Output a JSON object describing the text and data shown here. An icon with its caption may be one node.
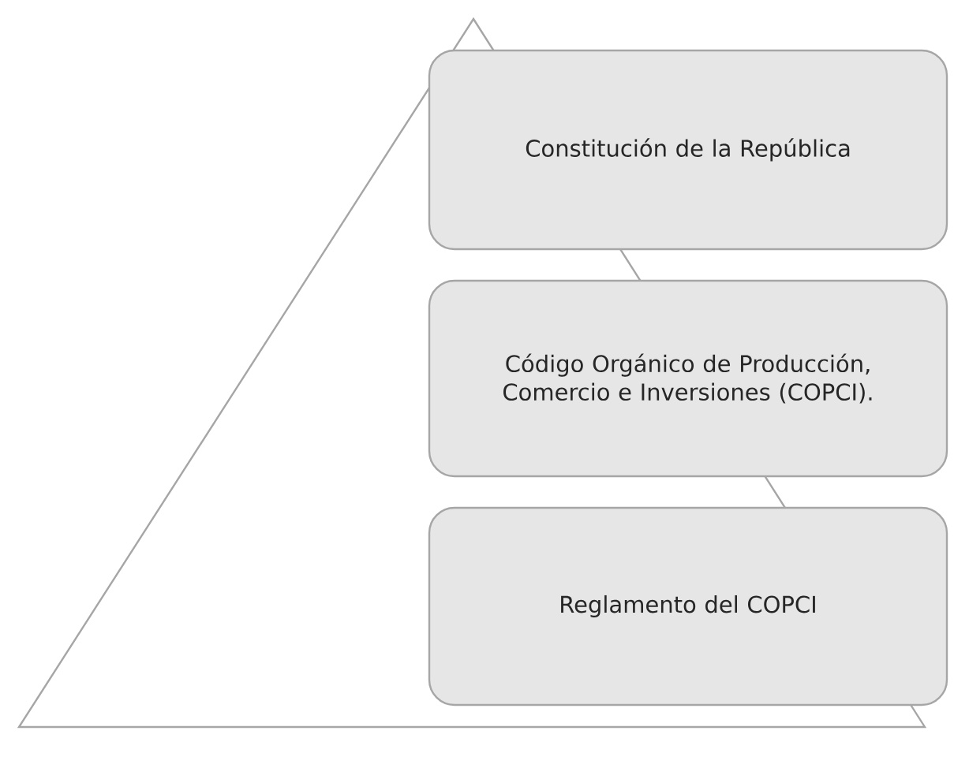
{
  "diagram": {
    "nodes": [
      {
        "text": [
          "Constitución de la República"
        ]
      },
      {
        "text": [
          "Código Orgánico de Producción, Comercio e Inversiones (COPCI)."
        ]
      },
      {
        "text": [
          "Reglamento del COPCI"
        ]
      }
    ]
  }
}
